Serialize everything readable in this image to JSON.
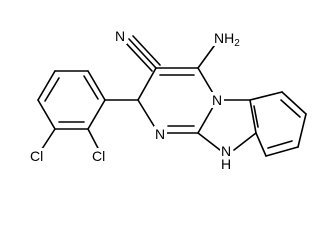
{
  "structure": {
    "labels": {
      "cyano_n": "N",
      "amino": "NH",
      "amino_subscript": "2",
      "ring_n_top": "N",
      "ring_n_left": "N",
      "ring_nh": "N",
      "ring_nh_h": "H",
      "chloro_left": "Cl",
      "chloro_right": "Cl"
    },
    "colors": {
      "bond": "#000000",
      "text": "#000000",
      "background": "#ffffff"
    }
  }
}
